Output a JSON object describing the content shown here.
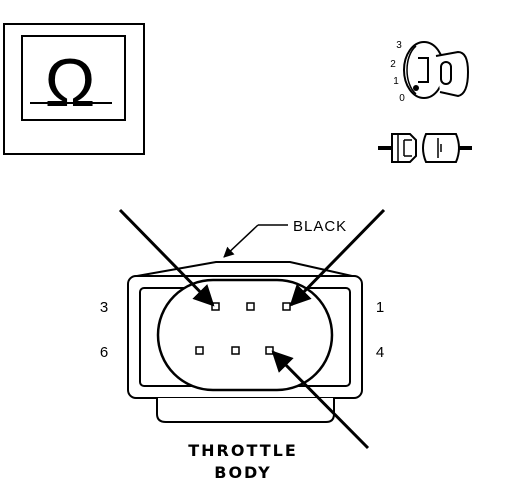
{
  "ohm_symbol": "Ω",
  "ignition_switch": {
    "positions": [
      "3",
      "2",
      "1",
      "0"
    ]
  },
  "connector": {
    "color_label": "BLACK",
    "pin_labels": {
      "top_left": "3",
      "top_right": "1",
      "bottom_left": "6",
      "bottom_right": "4"
    },
    "title_line1": "THROTTLE",
    "title_line2": "BODY"
  }
}
